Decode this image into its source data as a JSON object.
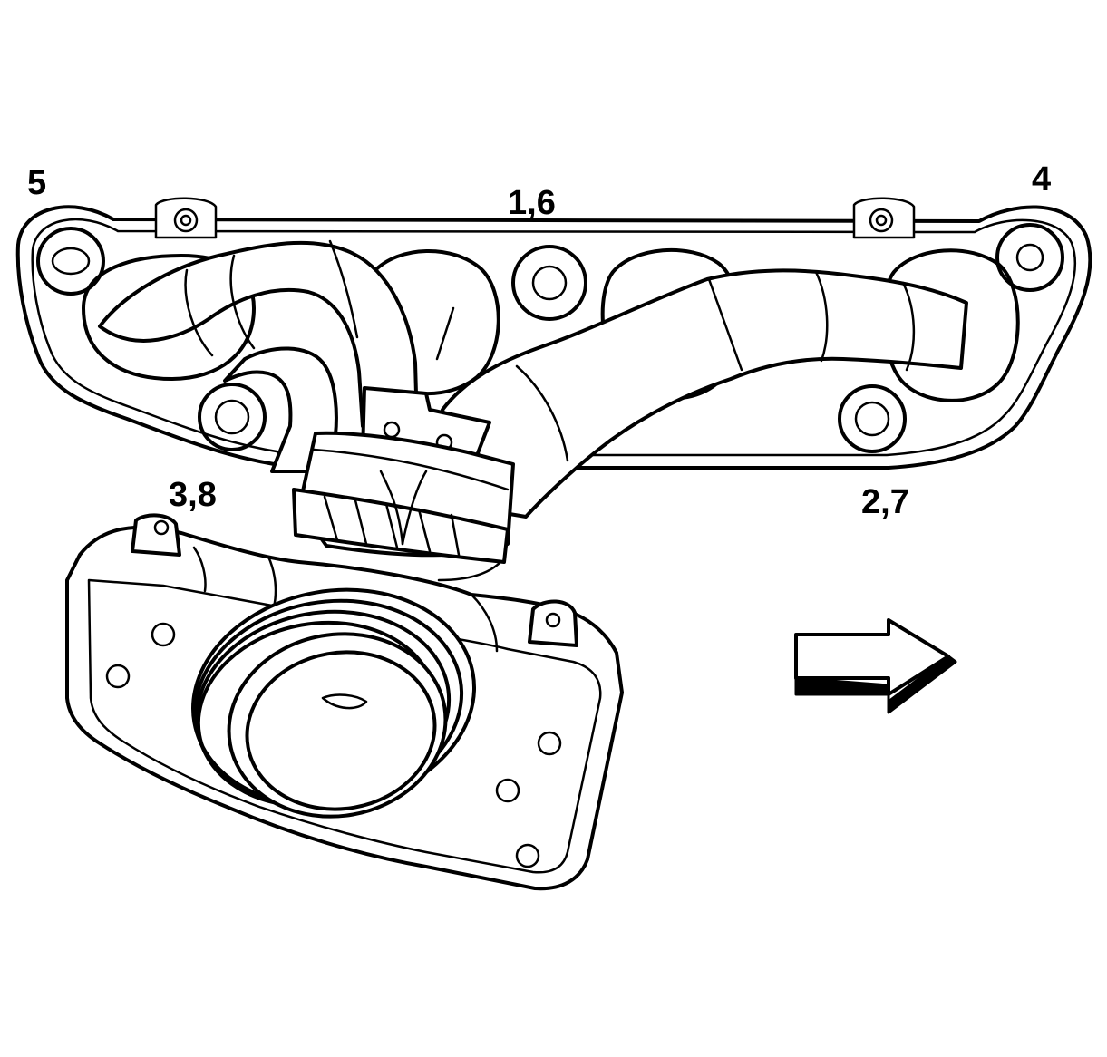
{
  "diagram": {
    "callouts": {
      "upper_left": "5",
      "upper_center": "1,6",
      "upper_right": "4",
      "lower_left": "3,8",
      "lower_right": "2,7"
    },
    "direction_arrow": {
      "icon": "right-arrow-icon"
    }
  }
}
